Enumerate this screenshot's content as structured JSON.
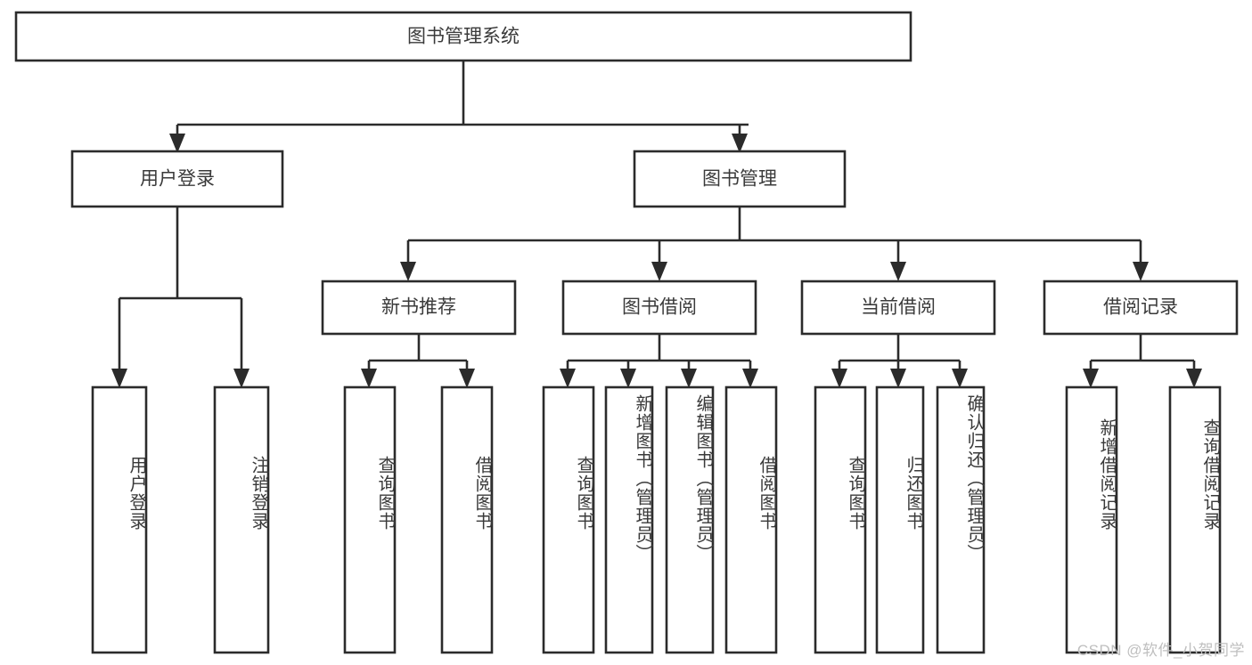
{
  "diagram": {
    "type": "tree-hierarchy",
    "title": "图书管理系统",
    "watermark": "CSDN @软件_小贺同学",
    "colors": {
      "background": "#ffffff",
      "box_fill": "#ffffff",
      "box_stroke": "#2b2b2b",
      "text": "#3a3a3a",
      "watermark": "#bfbfbf"
    },
    "root": {
      "id": "root",
      "label": "图书管理系统",
      "orientation": "horizontal"
    },
    "level2": [
      {
        "id": "user-login",
        "label": "用户登录",
        "orientation": "horizontal"
      },
      {
        "id": "book-management",
        "label": "图书管理",
        "orientation": "horizontal"
      }
    ],
    "level3": [
      {
        "id": "new-book-recommend",
        "label": "新书推荐",
        "orientation": "horizontal",
        "parent": "book-management"
      },
      {
        "id": "book-borrow",
        "label": "图书借阅",
        "orientation": "horizontal",
        "parent": "book-management"
      },
      {
        "id": "current-borrow",
        "label": "当前借阅",
        "orientation": "horizontal",
        "parent": "book-management"
      },
      {
        "id": "borrow-record",
        "label": "借阅记录",
        "orientation": "horizontal",
        "parent": "book-management"
      }
    ],
    "leaves": [
      {
        "id": "leaf-user-login",
        "label": "用户登录",
        "parent": "user-login"
      },
      {
        "id": "leaf-logout-login",
        "label": "注销登录",
        "parent": "user-login"
      },
      {
        "id": "leaf-query-book-1",
        "label": "查询图书",
        "parent": "new-book-recommend"
      },
      {
        "id": "leaf-borrow-book-1",
        "label": "借阅图书",
        "parent": "new-book-recommend"
      },
      {
        "id": "leaf-query-book-2",
        "label": "查询图书",
        "parent": "book-borrow"
      },
      {
        "id": "leaf-add-book",
        "label": "新增图书（管理员）",
        "parent": "book-borrow"
      },
      {
        "id": "leaf-edit-book",
        "label": "编辑图书（管理员）",
        "parent": "book-borrow"
      },
      {
        "id": "leaf-borrow-book-2",
        "label": "借阅图书",
        "parent": "book-borrow"
      },
      {
        "id": "leaf-query-book-3",
        "label": "查询图书",
        "parent": "current-borrow"
      },
      {
        "id": "leaf-return-book",
        "label": "归还图书",
        "parent": "current-borrow"
      },
      {
        "id": "leaf-confirm-return",
        "label": "确认归还（管理员）",
        "parent": "current-borrow"
      },
      {
        "id": "leaf-add-record",
        "label": "新增借阅记录",
        "parent": "borrow-record"
      },
      {
        "id": "leaf-query-record",
        "label": "查询借阅记录",
        "parent": "borrow-record"
      }
    ]
  }
}
